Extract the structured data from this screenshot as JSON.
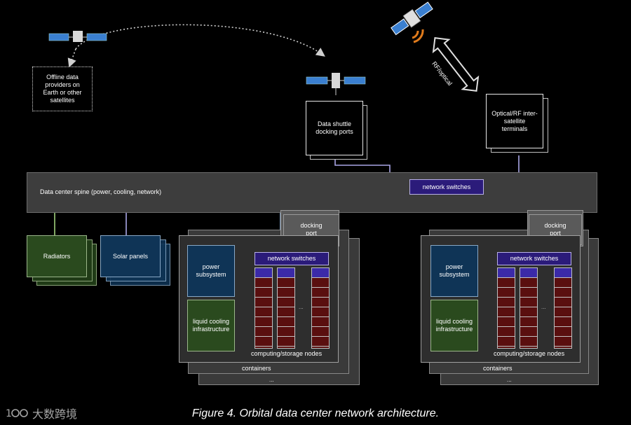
{
  "offline_box": "Offline data providers on Earth or other satellites",
  "shuttle_box": "Data shuttle docking ports",
  "optical_box": "Optical/RF inter-satellite terminals",
  "rf_label": "RF/optical",
  "spine_label": "Data center spine (power, cooling, network)",
  "spine_switch": "network switches",
  "radiators": "Radiators",
  "solar": "Solar panels",
  "module_left": {
    "docking": "docking port",
    "power": "power subsystem",
    "cooling": "liquid cooling infrastructure",
    "switches": "network switches",
    "nodes": "computing/storage nodes",
    "containers": "containers",
    "ellipsis": "...",
    "rack_ellipsis": "..."
  },
  "module_right": {
    "docking": "docking port",
    "power": "power subsystem",
    "cooling": "liquid cooling infrastructure",
    "switches": "network switches",
    "nodes": "computing/storage nodes",
    "containers": "containers",
    "ellipsis": "...",
    "rack_ellipsis": "..."
  },
  "caption": "Figure 4. Orbital data center network architecture.",
  "watermark": "大数跨境",
  "colors": {
    "link_green": "#9fcf7a",
    "link_lavender": "#a9a6e6",
    "link_blue": "#8fb0d6",
    "rack_red": "#5a0f0f",
    "switch_purple": "#2b1b7a"
  }
}
